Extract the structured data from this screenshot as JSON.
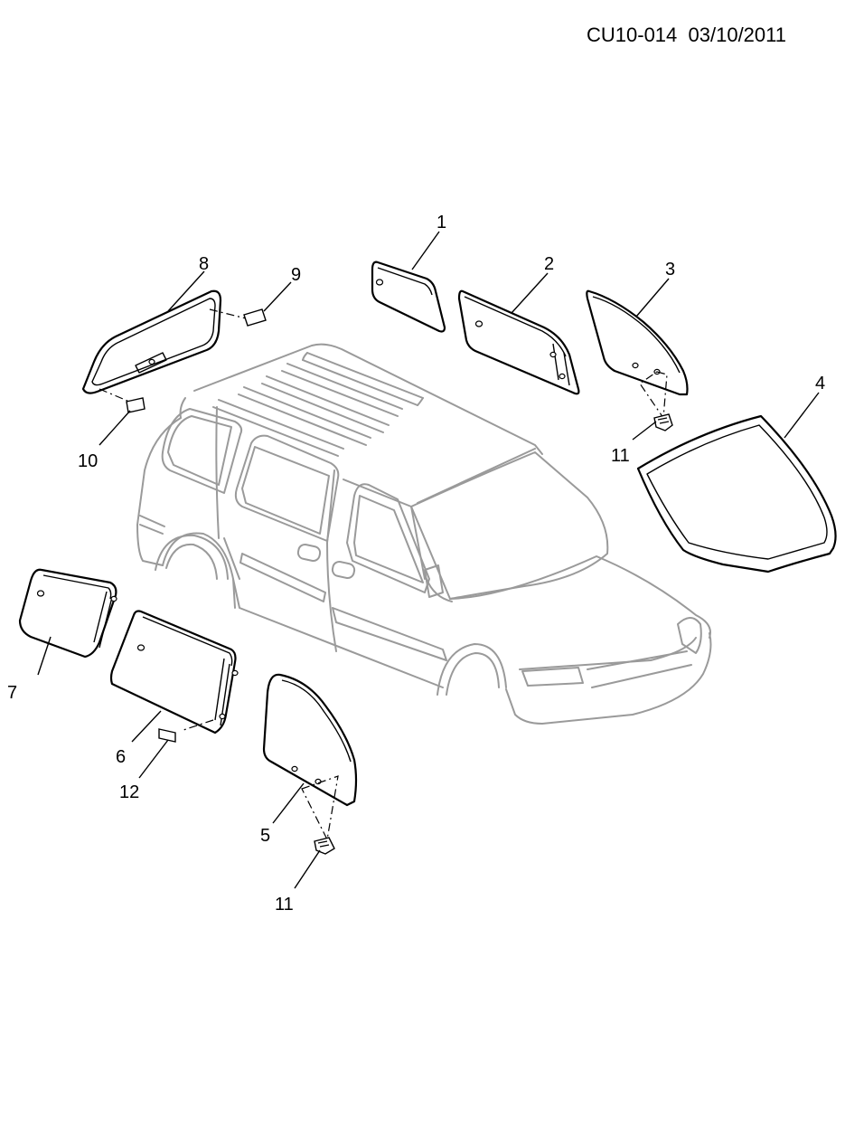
{
  "header": {
    "code": "CU10-014",
    "date": "03/10/2011"
  },
  "callouts": {
    "c1": "1",
    "c2": "2",
    "c3": "3",
    "c4": "4",
    "c5": "5",
    "c6": "6",
    "c7": "7",
    "c8": "8",
    "c9": "9",
    "c10": "10",
    "c11a": "11",
    "c11b": "11",
    "c12": "12"
  },
  "colors": {
    "vehicle_outline": "#9a9a9a",
    "parts_outline": "#000000",
    "background": "#ffffff"
  }
}
